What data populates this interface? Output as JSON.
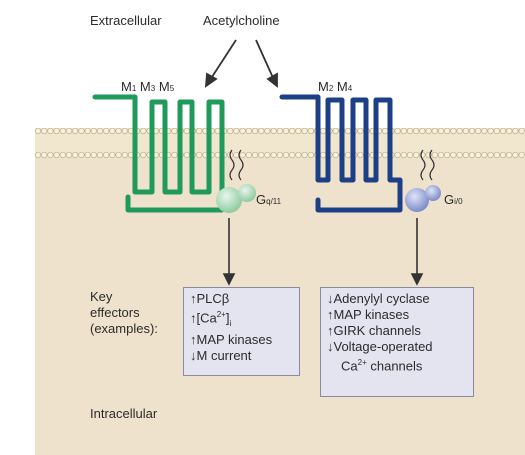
{
  "region_labels": {
    "extracellular": "Extracellular",
    "intracellular": "Intracellular"
  },
  "ligand": "Acetylcholine",
  "receptors_left": {
    "label_parts": [
      "M",
      "1",
      "M",
      "3",
      "M",
      "5"
    ],
    "g_protein": {
      "base": "G",
      "sub": "q/11"
    }
  },
  "receptors_right": {
    "label_parts": [
      "M",
      "2",
      "M",
      "4"
    ],
    "g_protein": {
      "base": "G",
      "sub": "i/0"
    }
  },
  "effectors_label": [
    "Key",
    "effectors",
    "(examples):"
  ],
  "left_effectors": [
    {
      "arrow": "↑",
      "text": "PLCβ"
    },
    {
      "arrow": "↑",
      "text": "[Ca",
      "sup": "2+",
      "after": "]",
      "sub": "i"
    },
    {
      "arrow": "↑",
      "text": "MAP kinases"
    },
    {
      "arrow": "↓",
      "text": "M current"
    }
  ],
  "right_effectors": [
    {
      "arrow": "↓",
      "text": "Adenylyl cyclase"
    },
    {
      "arrow": "↑",
      "text": "MAP kinases"
    },
    {
      "arrow": "↑",
      "text": "GIRK channels"
    },
    {
      "arrow": "↓",
      "text": "Voltage-operated"
    },
    {
      "arrow": "",
      "text": "Ca",
      "sup": "2+",
      "after": " channels"
    }
  ],
  "colors": {
    "left_receptor": "#1f9a5a",
    "right_receptor": "#1c3f86",
    "membrane_head": "#f6f0dc",
    "membrane_outline": "#b9ad8c",
    "cytoplasm": "#efe2cc",
    "g_left": "#bfe3c8",
    "g_right": "#aab5de",
    "effector_box": "#e3e4ef"
  }
}
